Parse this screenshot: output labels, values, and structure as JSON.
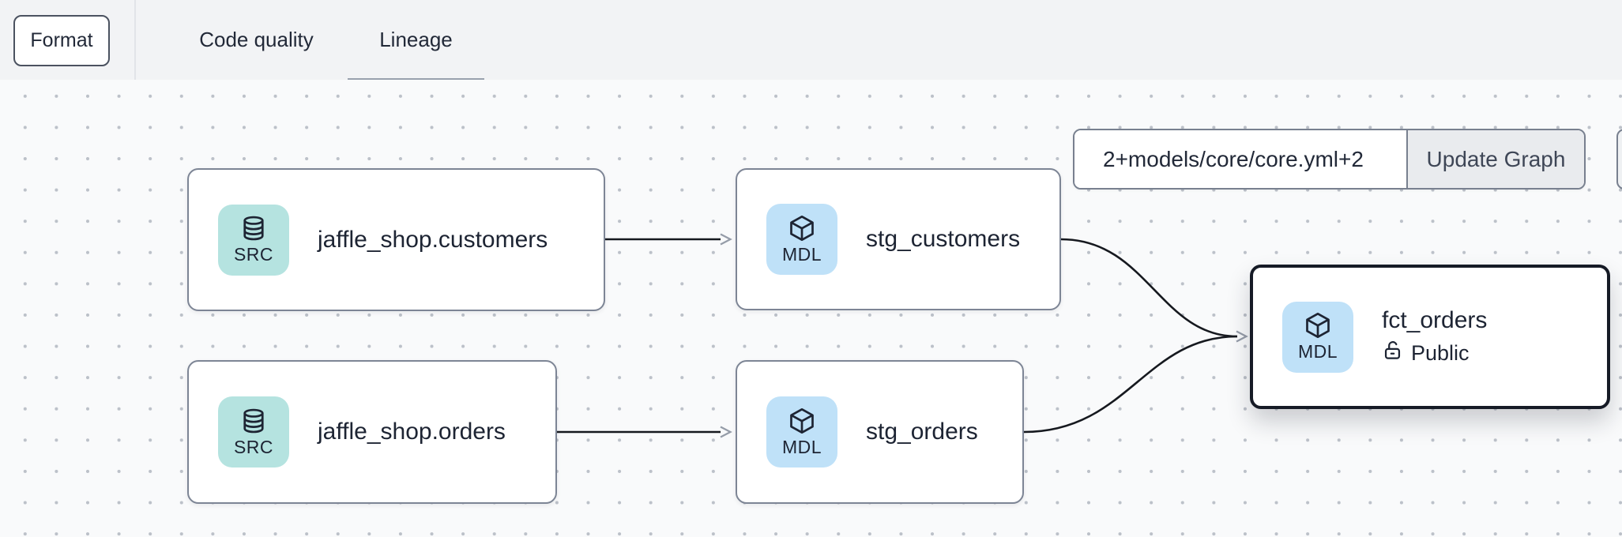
{
  "toolbar": {
    "format_label": "Format"
  },
  "tabs": [
    {
      "label": "Code quality",
      "active": false
    },
    {
      "label": "Lineage",
      "active": true
    }
  ],
  "graph_controls": {
    "selector_value": "2+models/core/core.yml+2",
    "update_button_label": "Update Graph"
  },
  "graph": {
    "nodes": [
      {
        "id": "jaffle_shop.customers",
        "type": "source",
        "badge": "SRC",
        "label": "jaffle_shop.customers"
      },
      {
        "id": "stg_customers",
        "type": "model",
        "badge": "MDL",
        "label": "stg_customers"
      },
      {
        "id": "jaffle_shop.orders",
        "type": "source",
        "badge": "SRC",
        "label": "jaffle_shop.orders"
      },
      {
        "id": "stg_orders",
        "type": "model",
        "badge": "MDL",
        "label": "stg_orders"
      },
      {
        "id": "fct_orders",
        "type": "model",
        "badge": "MDL",
        "label": "fct_orders",
        "access": "Public",
        "selected": true
      }
    ],
    "edges": [
      {
        "source": "jaffle_shop.customers",
        "target": "stg_customers"
      },
      {
        "source": "jaffle_shop.orders",
        "target": "stg_orders"
      },
      {
        "source": "stg_customers",
        "target": "fct_orders"
      },
      {
        "source": "stg_orders",
        "target": "fct_orders"
      }
    ]
  },
  "colors": {
    "header_bg": "#f2f3f5",
    "canvas_bg": "#f9fafb",
    "dot_grid": "#bcc1c9",
    "node_border": "#7d8595",
    "selected_node_border": "#161b26",
    "source_badge_bg": "#b5e3e0",
    "model_badge_bg": "#bfe1f8",
    "text_dark": "#1d2433",
    "edge_stroke": "#16191f",
    "arrowhead": "#959ca8",
    "tab_underline": "#99a1ad",
    "update_button_bg": "#e9ebee"
  }
}
